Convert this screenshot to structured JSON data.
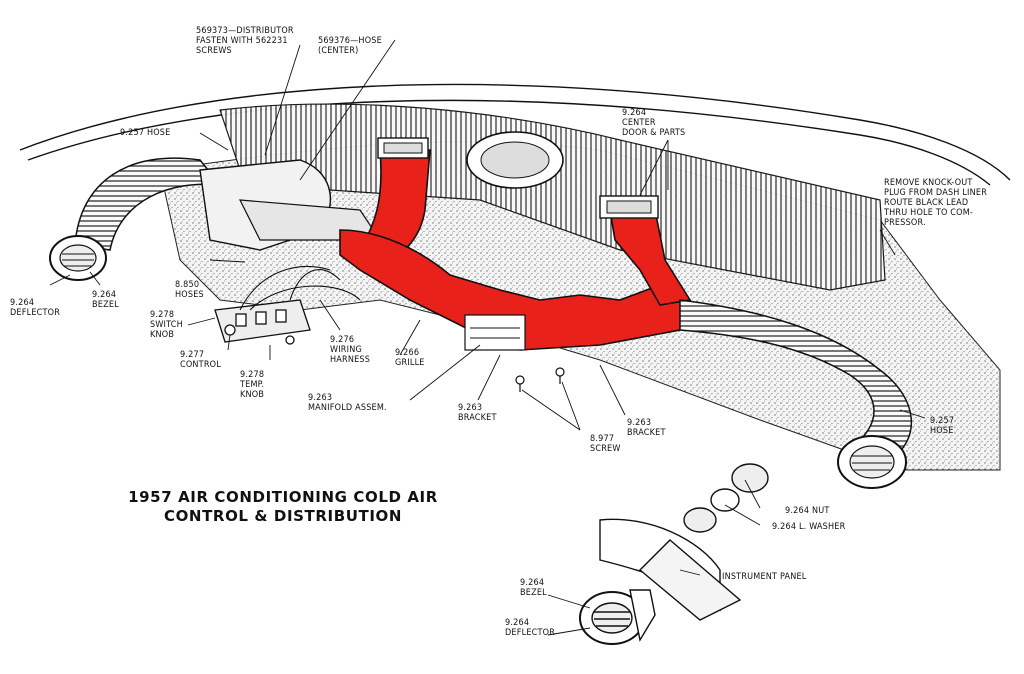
{
  "title": {
    "line1": "1957 AIR CONDITIONING COLD AIR",
    "line2": "CONTROL & DISTRIBUTION"
  },
  "labels": {
    "distributor": "569373—DISTRIBUTOR\nFASTEN WITH 562231\nSCREWS",
    "hose_center": "569376—HOSE\n(CENTER)",
    "hose_left": "9.257 HOSE",
    "center_door": "9.264\nCENTER\nDOOR & PARTS",
    "knockout": "REMOVE KNOCK-OUT\nPLUG FROM DASH LINER\nROUTE BLACK LEAD\nTHRU HOLE TO COM-\nPRESSOR.",
    "hoses": "8.850\nHOSES",
    "switch_knob": "9.278\nSWITCH\nKNOB",
    "control": "9.277\nCONTROL",
    "temp_knob": "9.278\nTEMP.\nKNOB",
    "deflector_left": "9.264\nDEFLECTOR",
    "bezel_left": "9.264\nBEZEL",
    "wiring_harness": "9.276\nWIRING\nHARNESS",
    "grille": "9.266\nGRILLE",
    "manifold": "9.263\nMANIFOLD ASSEM.",
    "bracket_left": "9.263\nBRACKET",
    "bracket_right": "9.263\nBRACKET",
    "screw": "8.977\nSCREW",
    "hose_right": "9.257\nHOSE",
    "nut": "9.264 NUT",
    "washer": "9.264 L. WASHER",
    "instrument_panel": "INSTRUMENT PANEL",
    "bezel_bottom": "9.264\nBEZEL",
    "deflector_bottom": "9.264\nDEFLECTOR"
  },
  "colors": {
    "highlight": "#e8211b",
    "line": "#111111"
  }
}
